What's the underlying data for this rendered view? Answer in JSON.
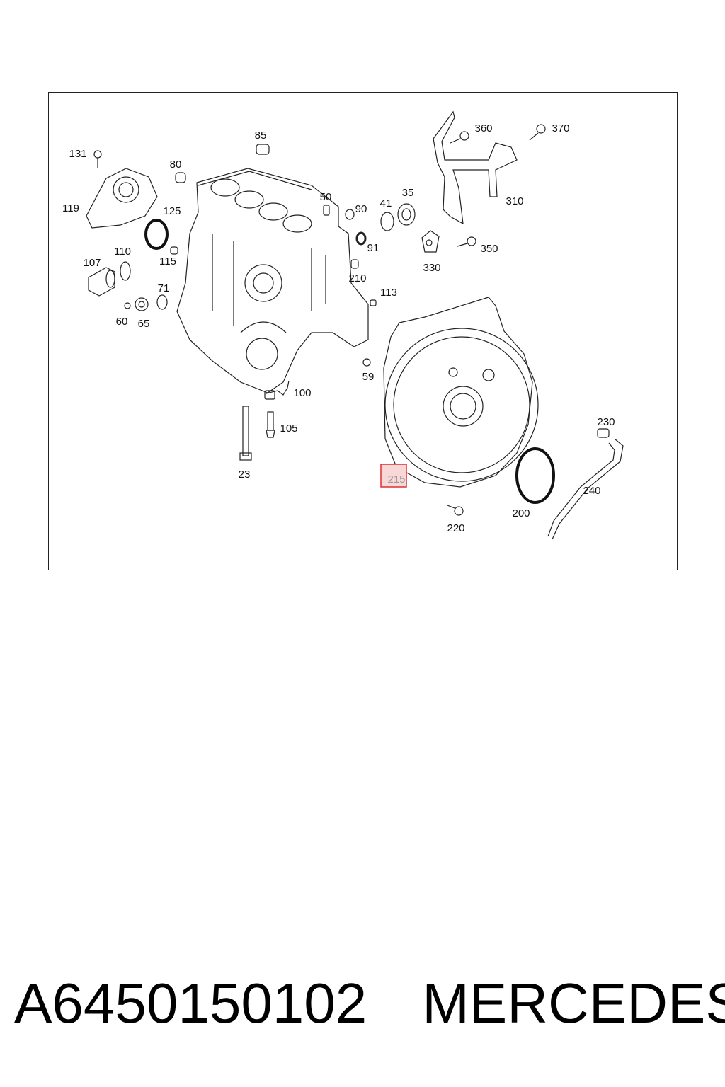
{
  "diagram": {
    "callouts": [
      "131",
      "85",
      "80",
      "119",
      "125",
      "107",
      "110",
      "115",
      "71",
      "60",
      "65",
      "50",
      "90",
      "41",
      "35",
      "91",
      "210",
      "113",
      "59",
      "100",
      "105",
      "23",
      "360",
      "370",
      "310",
      "330",
      "350",
      "215",
      "230",
      "240",
      "200",
      "220"
    ],
    "highlighted_callout": "215",
    "highlight_color": "#e03030"
  },
  "caption": {
    "part_number": "A6450150102",
    "brand": "MERCEDES"
  }
}
